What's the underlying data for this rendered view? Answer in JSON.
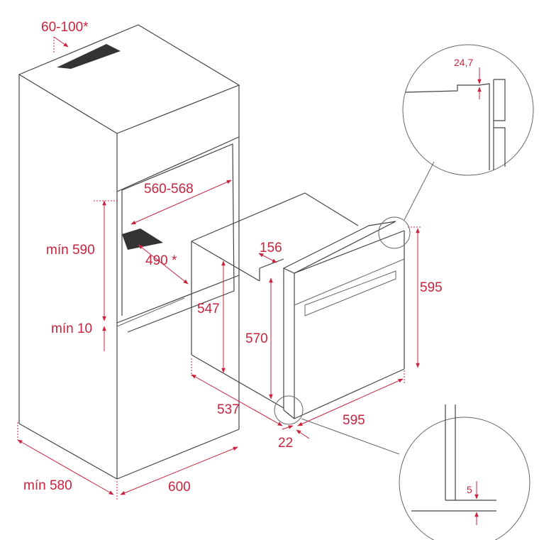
{
  "diagram": {
    "accent_color": "#c8243e",
    "labels": {
      "vent_gap": "60-100*",
      "niche_width": "560-568",
      "niche_height_min": "mín 590",
      "niche_depth": "490 *",
      "bottom_gap_min": "mín 10",
      "oven_body_height": "547",
      "front_panel_depth": "156",
      "door_height": "570",
      "total_height": "595",
      "oven_depth": "537",
      "oven_width": "595",
      "door_offset": "22",
      "cabinet_depth_min": "mín 580",
      "cabinet_width": "600",
      "top_detail": "24,7",
      "bottom_detail": "5"
    }
  }
}
